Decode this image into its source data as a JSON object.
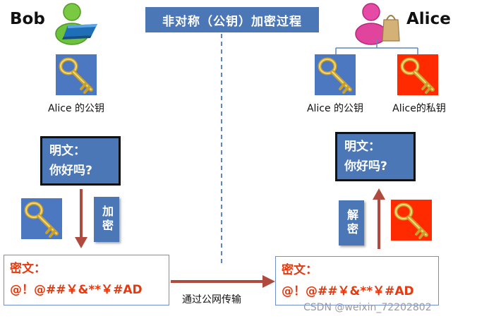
{
  "title": "非对称（公钥）加密过程",
  "bob": {
    "name": "Bob",
    "key_caption": "Alice 的公钥",
    "plaintext_line1": "明文：",
    "plaintext_line2": "你好吗?",
    "encrypt_label": "加密",
    "ciphertext_line1": "密文：",
    "ciphertext_line2": "@！@##￥&**￥#AD"
  },
  "alice": {
    "name": "Alice",
    "public_key_caption": "Alice 的公钥",
    "private_key_caption": "Alice的私钥",
    "plaintext_line1": "明文：",
    "plaintext_line2": "你好吗?",
    "decrypt_label": "解密",
    "ciphertext_line1": "密文：",
    "ciphertext_line2": "@！@##￥&**￥#AD"
  },
  "transit_label": "通过公网传输",
  "watermark": "CSDN @weixin_72202802",
  "colors": {
    "box_blue": "#4c77b6",
    "public_key_bg": "#4b78c0",
    "private_key_bg": "#ff2a00",
    "key_gold": "#d9b13c",
    "cipher_red": "#e8380d",
    "arrow_red": "#b04a3f",
    "divider_blue": "#5b86c4"
  },
  "icons": {
    "bob_avatar": "person-with-book-icon",
    "alice_avatar": "person-with-shopping-bag-icon",
    "key": "golden-key-icon"
  }
}
